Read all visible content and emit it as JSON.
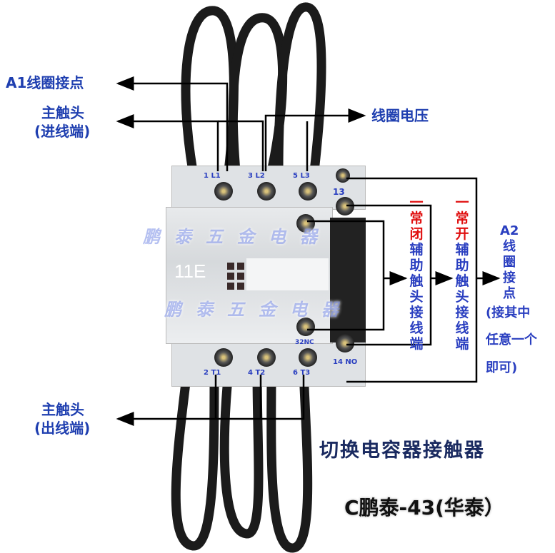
{
  "labels": {
    "a1": "A1线圈接点",
    "main_in_1": "主触头",
    "main_in_2": "(进线端)",
    "coil_voltage": "线圈电压",
    "main_out_1": "主触头",
    "main_out_2": "(出线端)"
  },
  "aux_nc": {
    "prefix": "一常闭",
    "rest": "辅助触头接线端"
  },
  "aux_no": {
    "prefix": "一常开",
    "rest": "辅助触头接线端"
  },
  "a2": {
    "line1": "A2",
    "line2": "线",
    "line3": "圈",
    "line4": "接",
    "line5": "点",
    "line6": "(接其中",
    "line7": "任意一个",
    "line8": "即可)"
  },
  "device": {
    "model": "11E",
    "terminals_top": [
      "1 L1",
      "3 L2",
      "5 L3",
      "13"
    ],
    "terminals_bottom": [
      "2 T1",
      "4 T2",
      "6 T3",
      "14 NO"
    ],
    "aux_nc_label": "32NC"
  },
  "watermark": "鹏泰五金电器",
  "title": "切换电容器接触器",
  "brand": "C鹏泰-43(华泰）"
}
